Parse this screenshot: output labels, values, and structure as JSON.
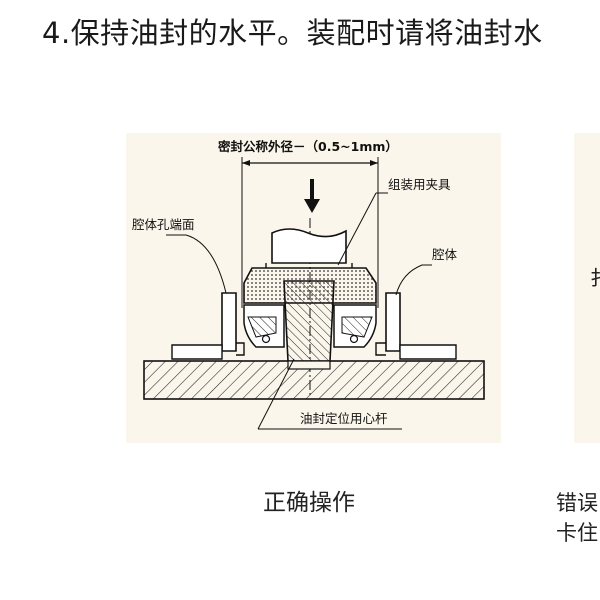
{
  "page": {
    "heading": "4.保持油封的水平。装配时请将油封水"
  },
  "figure_left": {
    "dimension_label": "密封公称外径－（0.5~1mm）",
    "labels": {
      "fixture": "组装用夹具",
      "bore_face": "腔体孔端面",
      "housing": "腔体",
      "mandrel": "油封定位用心杆"
    },
    "caption": "正确操作"
  },
  "figure_right": {
    "partial_label": "扌",
    "caption_line1": "错误",
    "caption_line2": "卡住"
  }
}
